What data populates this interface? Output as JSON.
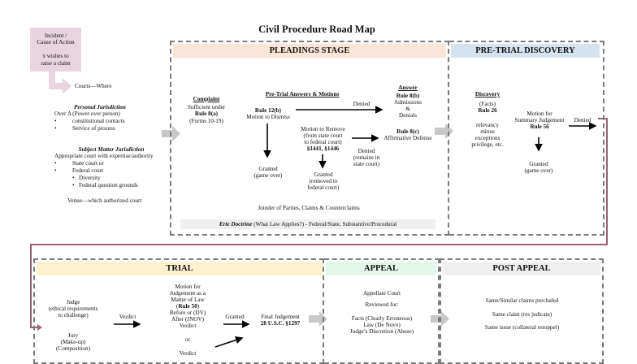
{
  "title": "Civil Procedure Road Map",
  "incident": {
    "line1": "Incident /",
    "line2": "Cause of Action",
    "line3": "π wishes to",
    "line4": "raise a claim"
  },
  "courts_where": "Courts—Where",
  "personal_jurisdiction": {
    "heading": "Personal Jurisdiction",
    "subtitle": "Over Δ (Power over person)",
    "bullets": [
      "constitutional contacts",
      "Service of process"
    ]
  },
  "subject_matter_jurisdiction": {
    "heading": "Subject Matter Jurisdiction",
    "subtitle": "Appropriate court with expertise/authority",
    "bullets": [
      "State court or",
      "Federal court"
    ],
    "sub_bullets": [
      "Diversity",
      "Federal question grounds"
    ]
  },
  "venue": "Venue—which authorized court",
  "pleadings": {
    "header": "PLEADINGS STAGE",
    "header_color": "#fbe5d6",
    "complaint": {
      "heading": "Complaint",
      "line1": "Sufficient under",
      "rule": "Rule 8(a)",
      "line3": "(Forms 10-19)"
    },
    "motions_heading": "Pre-Trial Answers & Motions",
    "rule12": {
      "rule": "Rule 12(b)",
      "text": "Motion to Dismiss"
    },
    "denied_label": "Denied",
    "granted_dismiss": {
      "line1": "Granted",
      "line2": "(game over)"
    },
    "remove": {
      "line1": "Motion to Remove",
      "line2": "(from state court",
      "line3": "to federal court)",
      "rule": "§1441, §1446"
    },
    "granted_remove": {
      "line1": "Granted",
      "line2": "(removed to",
      "line3": "federal court)"
    },
    "denied_remove": {
      "line1": "Denied",
      "line2": "(remains in",
      "line3": "state court)"
    },
    "answer": {
      "heading": "Answer",
      "rule_b": "Rule 8(b)",
      "line1": "Admissions",
      "line2": "&",
      "line3": "Denials",
      "rule_c": "Rule 8(c)",
      "line4": "Affirmative Defense"
    },
    "joinder": "Joinder of Parties, Claims & Counterclaims",
    "erie_bold": "Erie Doctrine",
    "erie_rest": " (What Law Applies?) - Federal/State,  Substantive/Procedural"
  },
  "discovery": {
    "header": "PRE-TRIAL DISCOVERY",
    "header_color": "#d5e3ee",
    "heading": "Discovery",
    "facts": "(Facts)",
    "rule": "Rule 26",
    "lines": [
      "relevancy",
      "minus",
      "exceptions",
      "privilege, etc."
    ],
    "summary": {
      "line1": "Motion for",
      "line2": "Summary Judgement",
      "rule": "Rule 56"
    },
    "denied_label": "Denied",
    "granted": {
      "line1": "Granted",
      "line2": "(game over)"
    }
  },
  "trial": {
    "header": "TRIAL",
    "header_color": "#fdf1cf",
    "judge": {
      "line1": "Judge",
      "line2": "(ethical requirements",
      "line3": "to challenge)"
    },
    "jury": {
      "line1": "Jury",
      "line2": "(Make-up)",
      "line3": "(Composition)"
    },
    "verdict_label": "Verdict",
    "motion": {
      "line1": "Motion for",
      "line2": "Judgement as a",
      "line3": "Matter of Law",
      "rule_prefix": "(",
      "rule": "Rule 50",
      "rule_suffix": ")",
      "line5": "Before or (DV)",
      "line6": "After (JNOV)",
      "line7": "Verdict",
      "or": "or",
      "verdict": "Verdict"
    },
    "granted_label": "Granted",
    "final": {
      "line1": "Final Judgement",
      "line2": "28 U.S.C. §1297"
    }
  },
  "appeal": {
    "header": "APPEAL",
    "header_color": "#e3f7ea",
    "court": "Appellate Court",
    "reviewed": "Reviewed for:",
    "items": [
      "Facts (Clearly Erroneous)",
      "Law (De Novo)",
      "Judge’s Discretion (Abuse)"
    ]
  },
  "post_appeal": {
    "header": "POST APPEAL",
    "header_color": "#efefef",
    "items": [
      "Same/Similar claims precluded",
      "Same claim (res judicata)",
      "Same issue (collateral estoppel)"
    ]
  },
  "colors": {
    "connector": "#9b6075",
    "incident_fill": "#e8d5df",
    "flow_arrow": "#c8c8c8",
    "dash": "#7a7a7a"
  }
}
